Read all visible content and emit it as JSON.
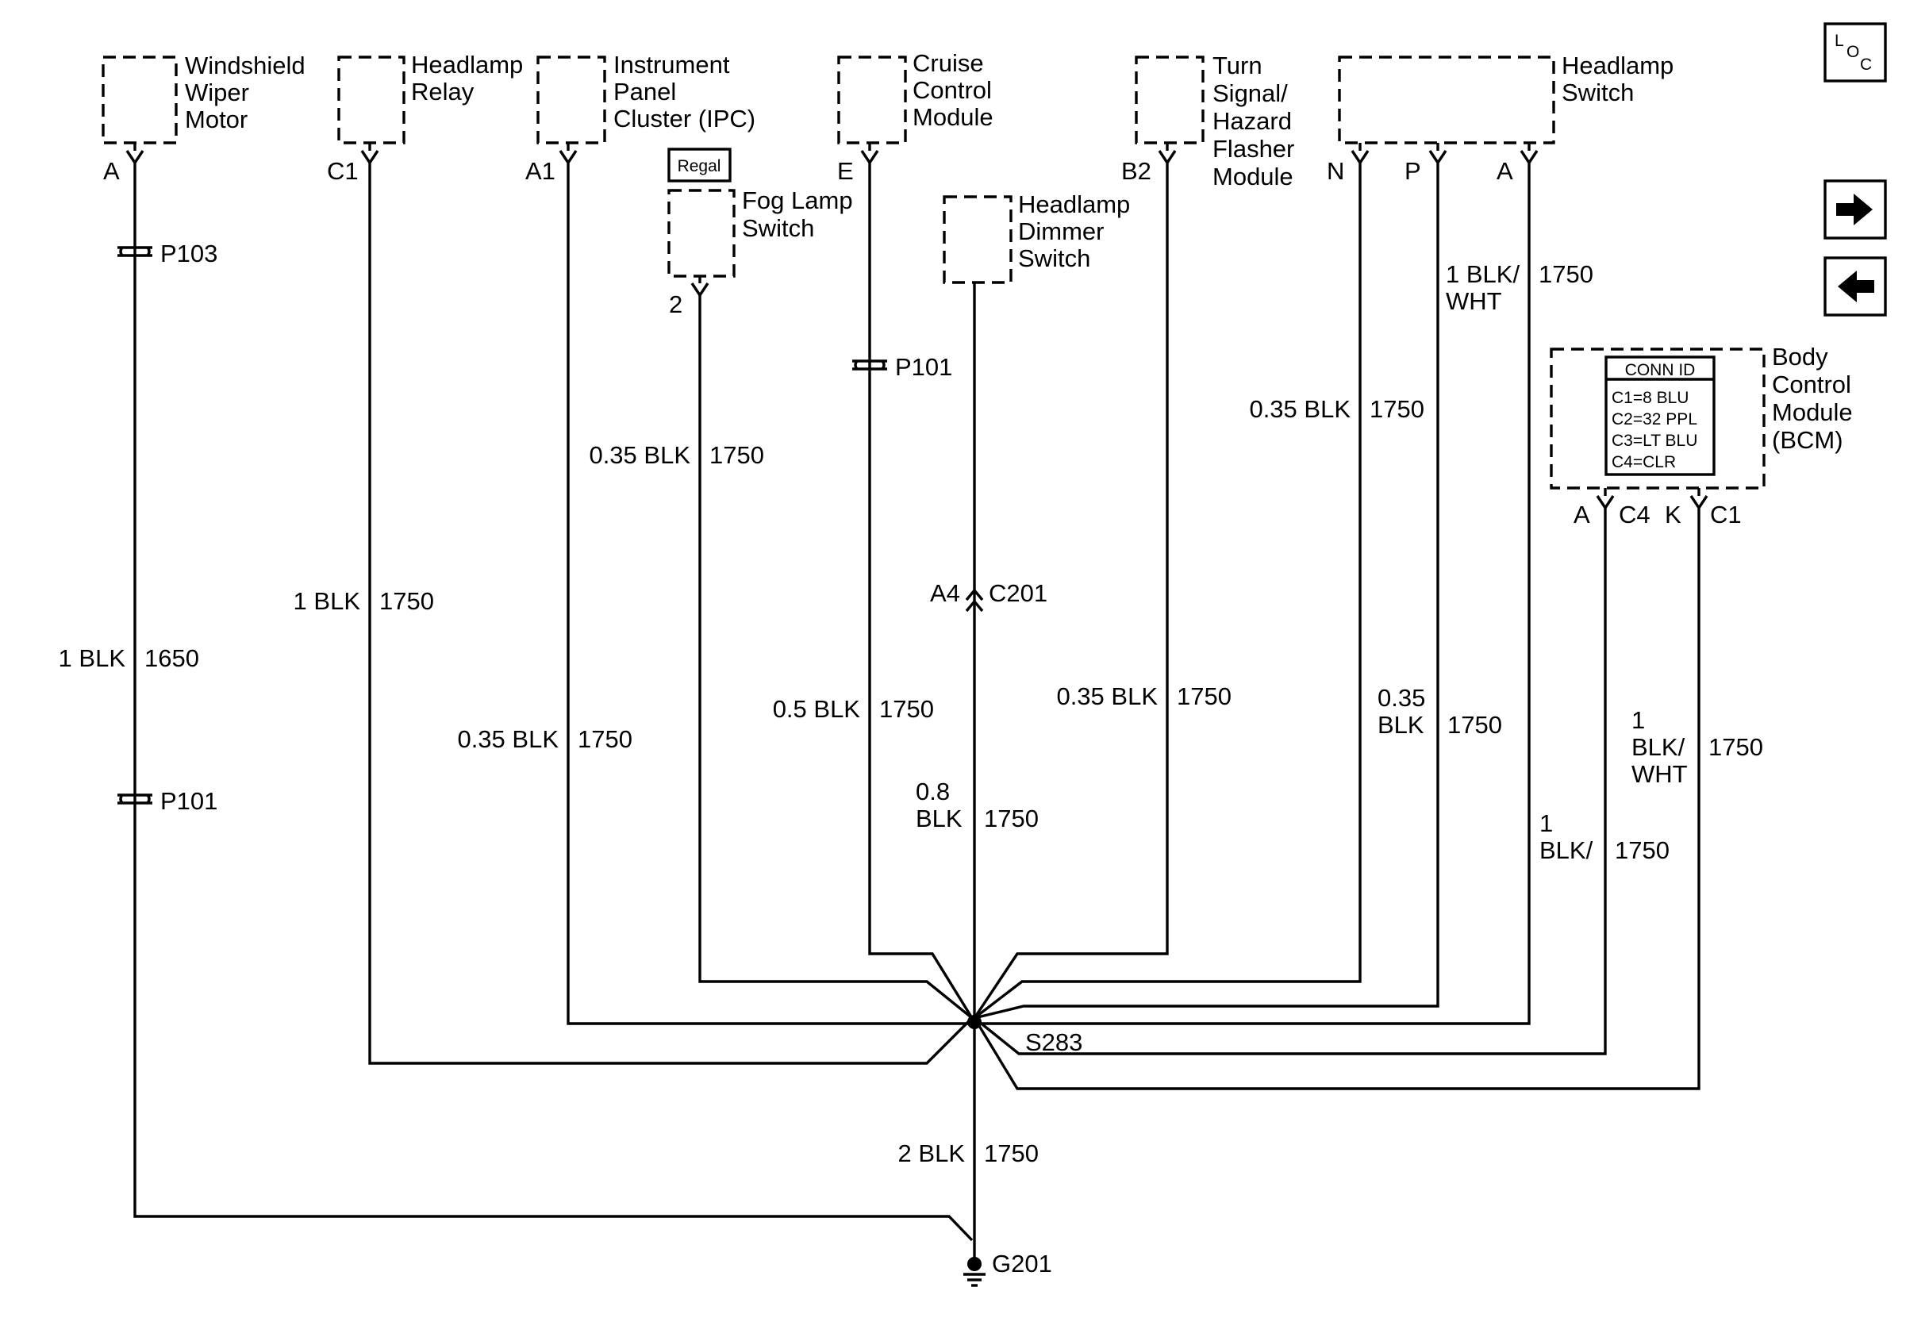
{
  "components": {
    "windshield_wiper_motor": [
      "Windshield",
      "Wiper",
      "Motor"
    ],
    "headlamp_relay": [
      "Headlamp",
      "Relay"
    ],
    "ipc": [
      "Instrument",
      "Panel",
      "Cluster (IPC)"
    ],
    "regal_badge": "Regal",
    "fog_lamp_switch": [
      "Fog Lamp",
      "Switch"
    ],
    "cruise_control_module": [
      "Cruise",
      "Control",
      "Module"
    ],
    "headlamp_dimmer_switch": [
      "Headlamp",
      "Dimmer",
      "Switch"
    ],
    "turn_signal_flasher": [
      "Turn",
      "Signal/",
      "Hazard",
      "Flasher",
      "Module"
    ],
    "headlamp_switch": [
      "Headlamp",
      "Switch"
    ],
    "bcm": [
      "Body",
      "Control",
      "Module",
      "(BCM)"
    ]
  },
  "conn_id": {
    "title": "CONN ID",
    "rows": [
      "C1=8 BLU",
      "C2=32 PPL",
      "C3=LT BLU",
      "C4=CLR"
    ]
  },
  "pins": {
    "wiper_a": "A",
    "relay_c1": "C1",
    "ipc_a1": "A1",
    "fog_2": "2",
    "cruise_e": "E",
    "flasher_b2": "B2",
    "hs_n": "N",
    "hs_p": "P",
    "hs_a": "A",
    "bcm_a": "A",
    "bcm_c4": "C4",
    "bcm_k": "K",
    "bcm_c1": "C1",
    "c201_a4": "A4"
  },
  "connectors": {
    "p103": "P103",
    "p101_left": "P101",
    "p101_cruise": "P101",
    "c201": "C201",
    "splice": "S283",
    "ground": "G201"
  },
  "wires": {
    "wiper": {
      "gauge": "1 BLK",
      "circuit": "1650"
    },
    "relay": {
      "gauge": "1 BLK",
      "circuit": "1750"
    },
    "ipc": {
      "gauge": "0.35 BLK",
      "circuit": "1750"
    },
    "fog": {
      "gauge": "0.35 BLK",
      "circuit": "1750"
    },
    "cruise": {
      "gauge": "0.5 BLK",
      "circuit": "1750"
    },
    "dimmer": {
      "gauge_1": "0.8",
      "gauge_2": "BLK",
      "circuit": "1750"
    },
    "flasher": {
      "gauge": "0.35 BLK",
      "circuit": "1750"
    },
    "hs_n": {
      "gauge": "0.35 BLK",
      "circuit": "1750"
    },
    "hs_p": {
      "gauge_1": "0.35",
      "gauge_2": "BLK",
      "circuit": "1750"
    },
    "hs_a": {
      "gauge_1": "1 BLK/",
      "gauge_2": "WHT",
      "circuit": "1750"
    },
    "bcm_a": {
      "gauge_1": "1",
      "gauge_2": "BLK/",
      "circuit": "1750"
    },
    "bcm_k": {
      "gauge_1": "1",
      "gauge_2": "BLK/",
      "gauge_3": "WHT",
      "circuit": "1750"
    },
    "ground": {
      "gauge": "2 BLK",
      "circuit": "1750"
    }
  },
  "nav": {
    "loc_l": "L",
    "loc_o": "O",
    "loc_c": "C"
  },
  "icons": {
    "next": "arrow-right-icon",
    "prev": "arrow-left-icon",
    "ground": "ground-symbol-icon"
  }
}
